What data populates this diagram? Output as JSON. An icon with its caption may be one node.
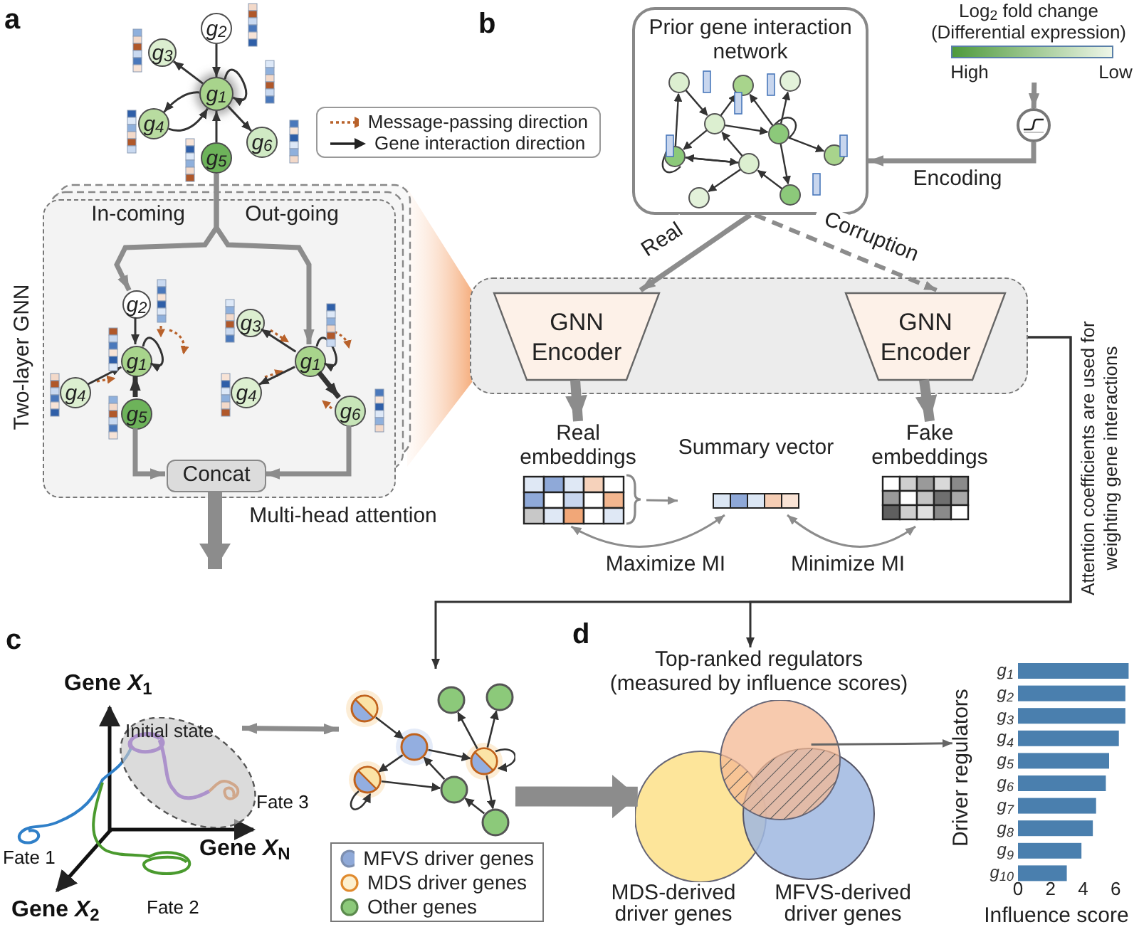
{
  "diagram": {
    "nodes": [
      {
        "text": [
          "g$_{2}$"
        ]
      },
      {
        "text": [
          "g$_{3}$"
        ]
      },
      {
        "text": [
          "g$_{1}$"
        ]
      },
      {
        "text": [
          "g$_{4}$"
        ]
      },
      {
        "text": [
          "g$_{5}$"
        ]
      },
      {
        "text": [
          "g$_{6}$"
        ]
      },
      {
        "text": [
          "Two-layer GNN"
        ]
      },
      {
        "text": [
          "g$_{2}$"
        ],
        "in": 6
      },
      {
        "text": [
          "g$_{1}$"
        ],
        "in": 6
      },
      {
        "text": [
          "g$_{4}$"
        ],
        "in": 6
      },
      {
        "text": [
          "g$_{5}$"
        ],
        "in": 6
      },
      {
        "text": [
          "g$_{3}$"
        ],
        "in": 6
      },
      {
        "text": [
          "g$_{1}$"
        ],
        "in": 6
      },
      {
        "text": [
          "g$_{4}$"
        ],
        "in": 6
      },
      {
        "text": [
          "g$_{6}$"
        ],
        "in": 6
      },
      {
        "text": [
          "Concat"
        ],
        "in": 6
      },
      {
        "text": [
          "Prior gene interaction network"
        ]
      },
      {
        "text": [
          "Log$_{2}$ fold change (Differential expression)"
        ],
        "beside": [
          "High",
          "Low"
        ]
      },
      {
        "text": [],
        "shape": "circle"
      },
      {
        "text": [],
        "shape": "box"
      },
      {
        "text": [
          "GNN Encoder"
        ],
        "in": 19
      },
      {
        "text": [
          "GNN Encoder"
        ],
        "in": 19
      },
      {
        "text": [
          "Real embeddings"
        ]
      },
      {
        "text": [
          "Summary vector"
        ]
      },
      {
        "text": [
          "Fake embeddings"
        ]
      },
      {
        "text": [
          "Initial state"
        ]
      },
      {
        "text": [],
        "shape": "picture"
      },
      {
        "text": [
          "Top-ranked regulators (measured by influence scores)"
        ],
        "beside": [
          "MDS-derived driver genes",
          "MFVS-derived driver genes"
        ]
      },
      {
        "text": [],
        "shape": "picture"
      }
    ],
    "edges": [
      {
        "from": 0,
        "to": 2,
        "arrow": "to"
      },
      {
        "from": 2,
        "to": 1,
        "arrow": "to"
      },
      {
        "from": 2,
        "to": 3,
        "arrow": "to"
      },
      {
        "from": 3,
        "to": 2,
        "arrow": "to"
      },
      {
        "from": 4,
        "to": 2,
        "arrow": "to"
      },
      {
        "from": 2,
        "to": 5,
        "arrow": "to"
      },
      {
        "from": 2,
        "to": 2,
        "arrow": "to"
      },
      {
        "from": 4,
        "to": 7,
        "arrow": "to",
        "label": "In-coming",
        "style": "thick",
        "color": "#8c8c8c"
      },
      {
        "from": 4,
        "to": 12,
        "arrow": "to",
        "label": "Out-going",
        "style": "thick",
        "color": "#8c8c8c"
      },
      {
        "from": 10,
        "to": 15,
        "arrow": "to",
        "style": "thick",
        "color": "#8c8c8c"
      },
      {
        "from": 14,
        "to": 15,
        "arrow": "to",
        "style": "thick",
        "color": "#8c8c8c"
      },
      {
        "from": 15,
        "to": null,
        "arrow": "to",
        "label": "Multi-head attention",
        "style": "thick",
        "color": "#8c8c8c"
      },
      {
        "from": 7,
        "to": 8,
        "arrow": "to"
      },
      {
        "from": 9,
        "to": 8,
        "arrow": "to"
      },
      {
        "from": 10,
        "to": 8,
        "arrow": "to",
        "style": "thick"
      },
      {
        "from": 8,
        "to": 8,
        "arrow": "to"
      },
      {
        "from": 12,
        "to": 11,
        "arrow": "to"
      },
      {
        "from": 12,
        "to": 13,
        "arrow": "to"
      },
      {
        "from": 12,
        "to": 14,
        "arrow": "to",
        "style": "thick"
      },
      {
        "from": 12,
        "to": 12,
        "arrow": "to"
      },
      {
        "from": 18,
        "to": 16,
        "arrow": "to",
        "label": "Encoding",
        "style": "thick",
        "color": "#8c8c8c"
      },
      {
        "from": 17,
        "to": 18,
        "arrow": "to",
        "style": "thick",
        "color": "#8c8c8c"
      },
      {
        "from": 16,
        "to": 20,
        "arrow": "to",
        "label": "Real",
        "style": "thick",
        "color": "#8c8c8c"
      },
      {
        "from": 16,
        "to": 21,
        "arrow": "to",
        "label": "Corruption",
        "style": "dashed",
        "color": "#8c8c8c"
      },
      {
        "from": 20,
        "to": 22,
        "arrow": "to",
        "style": "thick",
        "color": "#8c8c8c"
      },
      {
        "from": 21,
        "to": 24,
        "arrow": "to",
        "style": "thick",
        "color": "#8c8c8c"
      },
      {
        "from": 22,
        "to": 23,
        "arrow": "to",
        "color": "#8c8c8c"
      },
      {
        "from": 22,
        "to": 23,
        "arrow": "both",
        "label": "Maximize MI",
        "color": "#8c8c8c"
      },
      {
        "from": 24,
        "to": 23,
        "arrow": "both",
        "label": "Minimize MI",
        "color": "#8c8c8c"
      },
      {
        "from": 19,
        "to": 26,
        "arrow": "to",
        "label": "Attention coefficients are used for weighting gene interactions"
      },
      {
        "from": 19,
        "to": 27,
        "arrow": "to"
      },
      {
        "from": 25,
        "to": 26,
        "arrow": "both",
        "style": "thick",
        "color": "#8c8c8c"
      },
      {
        "from": 26,
        "to": 27,
        "arrow": "to",
        "style": "thick",
        "color": "#8c8c8c"
      },
      {
        "from": 27,
        "to": 28,
        "arrow": "to",
        "color": "#666666"
      }
    ],
    "labels": [
      "a",
      "b",
      "c",
      "d",
      "Gene *X*$_{1}$",
      "Fate 3",
      "Fate 1",
      "Gene *X*$_{N}$",
      "Fate 2",
      "Gene *X*$_{2}$"
    ],
    "legend": [
      {
        "text": "Message-passing direction"
      },
      {
        "text": "Gene interaction direction"
      },
      {
        "text": "MFVS driver genes",
        "color": "#8fa9d8"
      },
      {
        "text": "MDS driver genes",
        "color": "#fdf0d0"
      },
      {
        "text": "Other genes",
        "color": "#8cc97a"
      }
    ],
    "chart_data": {
      "type": "bar",
      "orientation": "horizontal",
      "xlabel": "Influence score",
      "ylabel": "Driver regulators",
      "categories": [
        "g$_{1}$",
        "g$_{2}$",
        "g$_{3}$",
        "g$_{4}$",
        "g$_{5}$",
        "g$_{6}$",
        "g$_{7}$",
        "g$_{8}$",
        "g$_{9}$",
        "g$_{10}$"
      ],
      "series": [
        {
          "color": "#4a7fae",
          "values": [
            6.8,
            6.6,
            6.6,
            6.2,
            5.6,
            5.4,
            4.8,
            4.6,
            3.9,
            3.0
          ]
        }
      ],
      "xlim": [
        0,
        7
      ],
      "xticks": [
        0,
        2,
        4,
        6
      ]
    }
  }
}
